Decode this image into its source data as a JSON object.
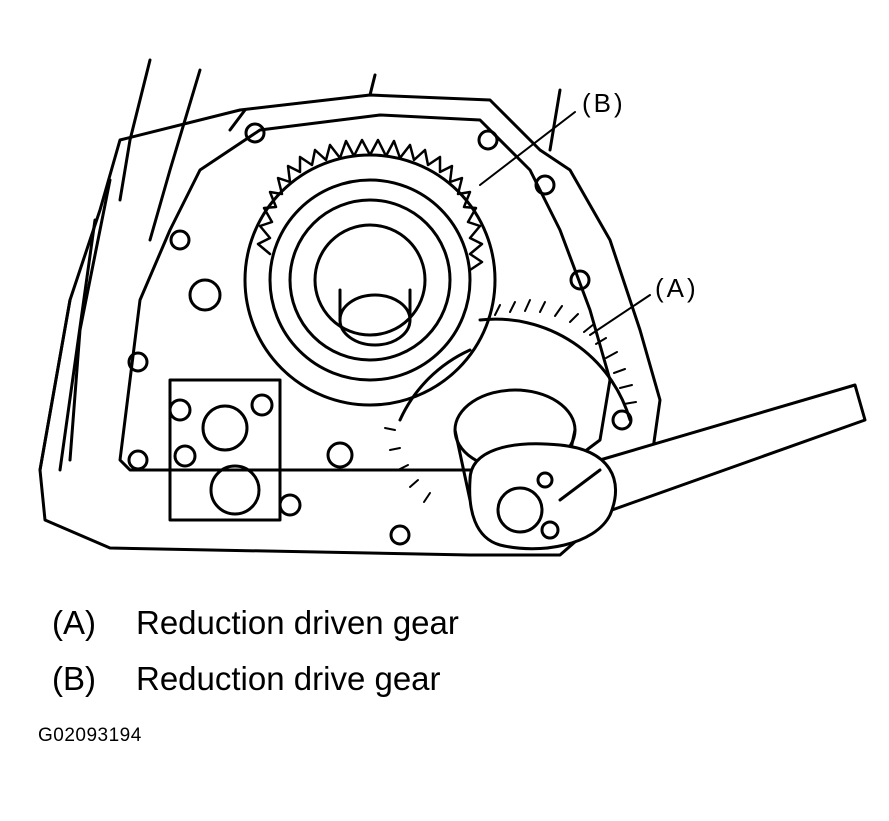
{
  "callouts": {
    "a": "(A)",
    "b": "(B)"
  },
  "legend": [
    {
      "key": "(A)",
      "text": "Reduction driven gear"
    },
    {
      "key": "(B)",
      "text": "Reduction drive gear"
    }
  ],
  "figure_code": "G02093194"
}
